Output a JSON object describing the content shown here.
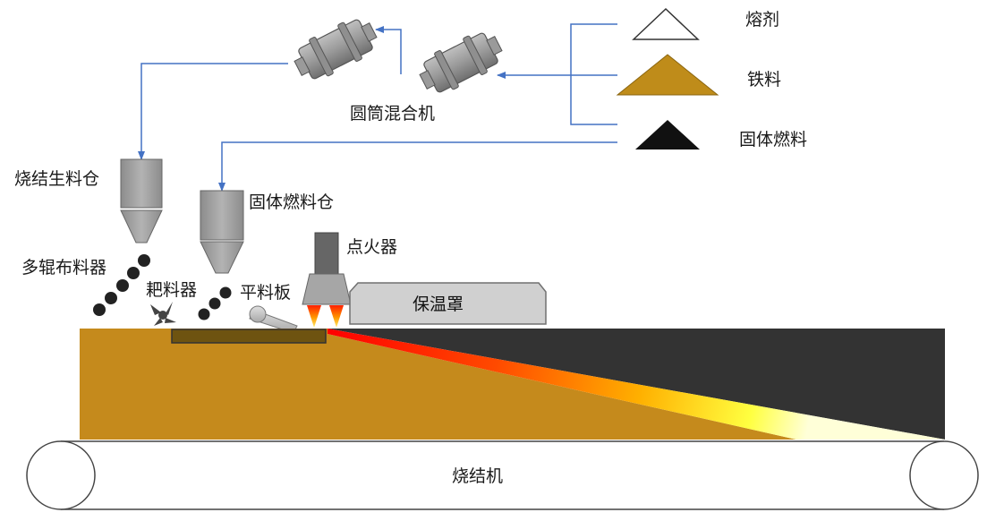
{
  "labels": {
    "flux": "熔剂",
    "iron_ore": "铁料",
    "solid_fuel": "固体燃料",
    "drum_mixer": "圆筒混合机",
    "raw_material_bin": "烧结生料仓",
    "solid_fuel_bin": "固体燃料仓",
    "igniter": "点火器",
    "multi_roller_feeder": "多辊布料器",
    "rake": "耙料器",
    "leveling_plate": "平料板",
    "insulation_hood": "保温罩",
    "sintering_machine": "烧结机"
  },
  "colors": {
    "flow_line": "#4472c4",
    "iron_ore": "#bf8c1a",
    "sinter_bed": "#c58a1c",
    "solid_fuel": "#111111",
    "sintered_layer": "#333333",
    "equipment_gray": "#a6a6a6",
    "flame_red": "#ff0000",
    "flame_yellow": "#ffff60"
  }
}
